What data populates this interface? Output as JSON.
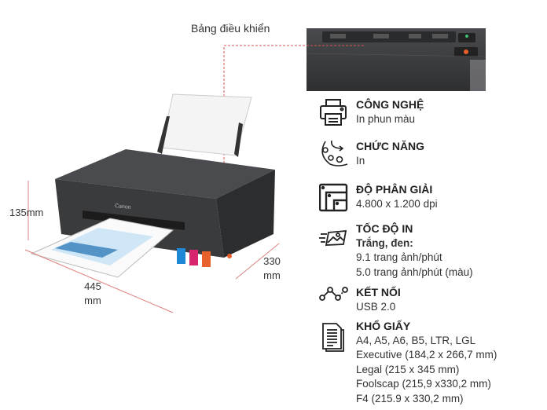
{
  "callout": {
    "label": "Bảng điều khiển"
  },
  "printer": {
    "brand": "Canon"
  },
  "dimensions": {
    "height": "135mm",
    "width_value": "445",
    "width_unit": "mm",
    "depth_value": "330",
    "depth_unit": "mm"
  },
  "specs": [
    {
      "icon": "printer-icon",
      "title": "CÔNG NGHỆ",
      "lines": [
        "In phun màu"
      ]
    },
    {
      "icon": "gears-icon",
      "title": "CHỨC NĂNG",
      "lines": [
        "In"
      ]
    },
    {
      "icon": "resolution-icon",
      "title": "ĐỘ PHÂN GIẢI",
      "lines": [
        "4.800 x 1.200 dpi"
      ]
    },
    {
      "icon": "speed-image-icon",
      "title": "TỐC ĐỘ IN",
      "subtitle": "Trắng, đen:",
      "lines": [
        "9.1 trang ảnh/phút",
        "5.0 trang ảnh/phút (màu)"
      ]
    },
    {
      "icon": "connection-icon",
      "title": "KẾT NỐI",
      "lines": [
        "USB 2.0"
      ]
    },
    {
      "icon": "document-icon",
      "title": "KHỔ GIẤY",
      "lines": [
        "A4, A5, A6, B5, LTR, LGL",
        "Executive (184,2 x 266,7 mm)",
        "Legal (215 x 345 mm)",
        "Foolscap (215,9 x330,2 mm)",
        "F4 (215.9 x 330,2 mm)"
      ]
    }
  ],
  "colors": {
    "accent_line": "#d9534f",
    "body_dark": "#3a3b3d",
    "ink_cyan": "#1e88d6",
    "ink_magenta": "#d6246e",
    "ink_yellow": "#f0b400",
    "ink_orange": "#e8602c"
  }
}
